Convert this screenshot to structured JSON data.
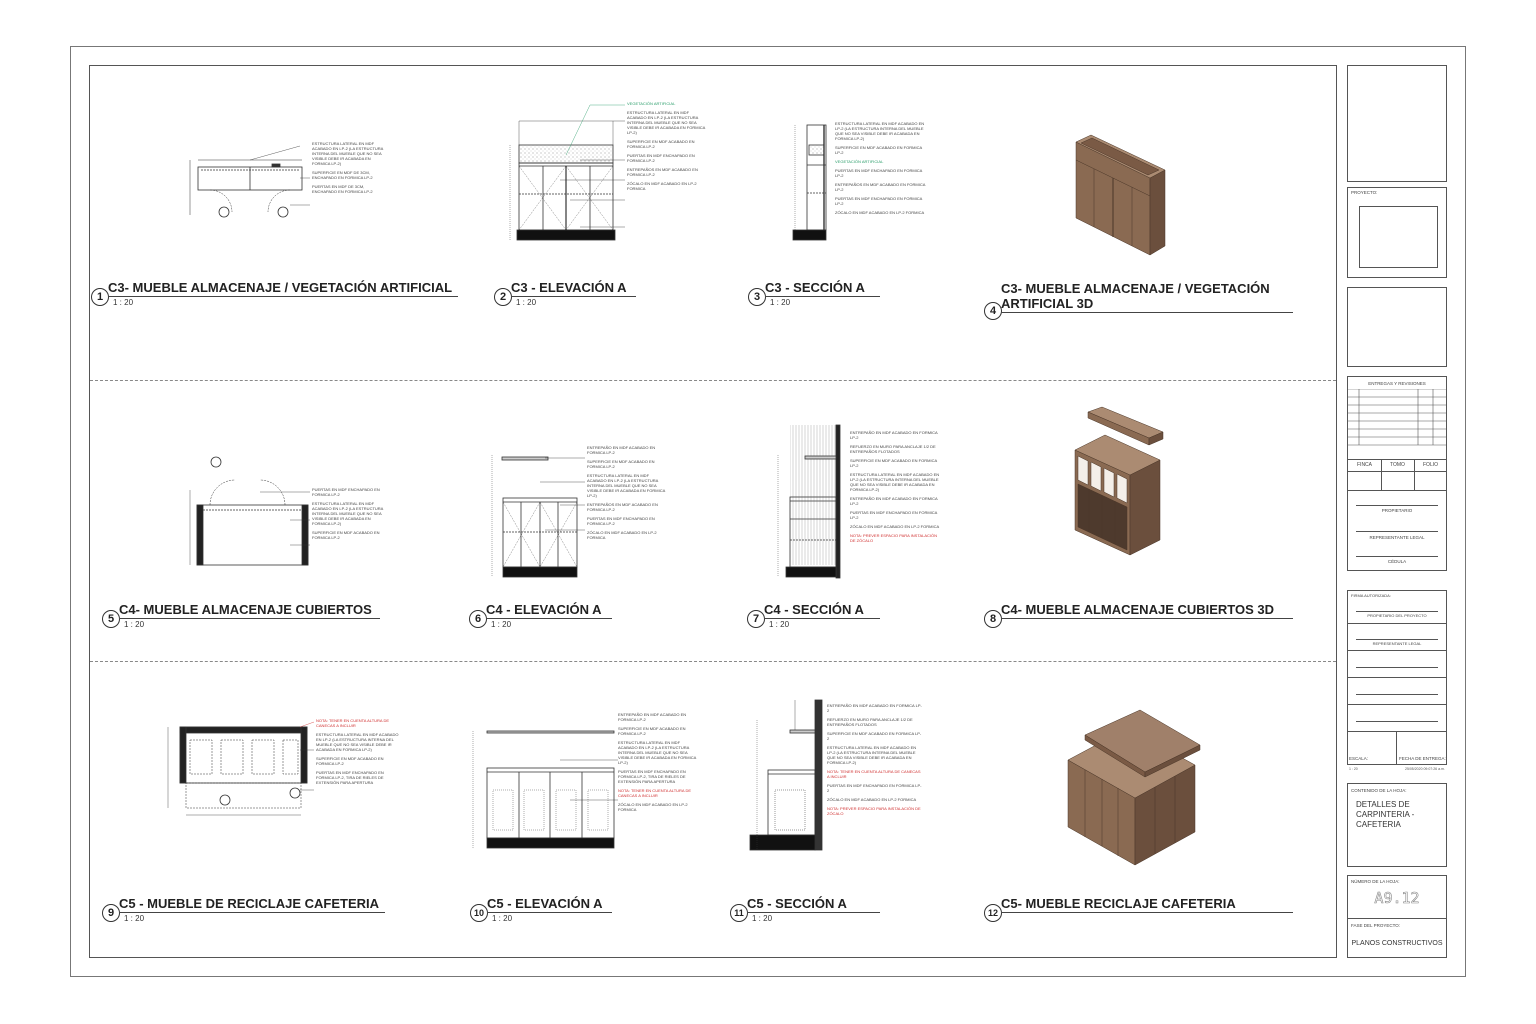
{
  "colors": {
    "note_red": "#d03030",
    "note_green": "#2a9d6a",
    "wood_front": "#8a6a52",
    "wood_side": "#6b4f3d",
    "wood_top": "#ab8b72"
  },
  "views": [
    {
      "num": "1",
      "title": "C3- MUEBLE ALMACENAJE / VEGETACIÓN ARTIFICIAL",
      "scale": "1 : 20",
      "notes": [
        "ESTRUCTURA LATERAL EN MDF ACABADO EN LP-2 (LA ESTRUCTURA INTERNA DEL MUEBLE QUE NO SEA VISIBLE DEBE IR ACABADA EN FORMICA LP-2)",
        "SUPERFICIE EN MDF DE 3CM, ENCHAPADO EN FORMICA LP-2",
        "PUERTAS EN MDF DE 3CM, ENCHAPADO EN FORMICA LP-2"
      ]
    },
    {
      "num": "2",
      "title": "C3 - ELEVACIÓN A",
      "scale": "1 : 20",
      "notes": [
        "VEGETACIÓN ARTIFICIAL",
        "ESTRUCTURA LATERAL EN MDF ACABADO EN LP-2 (LA ESTRUCTURA INTERNA DEL MUEBLE QUE NO SEA VISIBLE DEBE IR ACABADA EN FORMICA LP-2)",
        "SUPERFICIE EN MDF ACABADO EN FORMICA LP-2",
        "PUERTAS EN MDF ENCHAPADO EN FORMICA LP-2",
        "ENTREPAÑOS EN MDF ACABADO EN FORMICA LP-2",
        "ZÓCALO EN MDF ACABADO EN LP-2 FORMICA"
      ]
    },
    {
      "num": "3",
      "title": "C3 - SECCIÓN A",
      "scale": "1 : 20",
      "notes": [
        "ESTRUCTURA LATERAL EN MDF ACABADO EN LP-2 (LA ESTRUCTURA INTERNA DEL MUEBLE QUE NO SEA VISIBLE DEBE IR ACABADA EN FORMICA LP-2)",
        "SUPERFICIE EN MDF ACABADO EN FORMICA LP-2",
        "VEGETACIÓN ARTIFICIAL",
        "PUERTAS EN MDF ENCHAPADO EN FORMICA LP-2",
        "ENTREPAÑOS EN MDF ACABADO EN FORMICA LP-2",
        "PUERTAS EN MDF ENCHAPADO EN FORMICA LP-2",
        "ZÓCALO EN MDF ACABADO EN LP-2 FORMICA"
      ]
    },
    {
      "num": "4",
      "title": "C3- MUEBLE ALMACENAJE / VEGETACIÓN ARTIFICIAL 3D"
    },
    {
      "num": "5",
      "title": "C4- MUEBLE ALMACENAJE CUBIERTOS",
      "scale": "1 : 20",
      "notes": [
        "PUERTAS EN MDF ENCHAPADO EN FORMICA LP-2",
        "ESTRUCTURA LATERAL EN MDF ACABADO EN LP-2 (LA ESTRUCTURA INTERNA DEL MUEBLE QUE NO SEA VISIBLE DEBE IR ACABADA EN FORMICA LP-2)",
        "SUPERFICIE EN MDF ACABADO EN FORMICA LP-2"
      ]
    },
    {
      "num": "6",
      "title": "C4 - ELEVACIÓN A",
      "scale": "1 : 20",
      "notes": [
        "ENTREPAÑO EN MDF ACABADO EN FORMICA LP-2",
        "SUPERFICIE EN MDF ACABADO EN FORMICA LP-2",
        "ESTRUCTURA LATERAL EN MDF ACABADO EN LP-2 (LA ESTRUCTURA INTERNA DEL MUEBLE QUE NO SEA VISIBLE DEBE IR ACABADA EN FORMICA LP-2)",
        "ENTREPAÑOS EN MDF ACABADO EN FORMICA LP-2",
        "PUERTAS EN MDF ENCHAPADO EN FORMICA LP-2",
        "ZÓCALO EN MDF ACABADO EN LP-2 FORMICA"
      ]
    },
    {
      "num": "7",
      "title": "C4 - SECCIÓN A",
      "scale": "1 : 20",
      "notes": [
        "ENTREPAÑO EN MDF ACABADO EN FORMICA LP-2",
        "REFUERZO EN MURO PARA ANCLAJE 1/2 DE ENTREPAÑOS FLOTADOS",
        "SUPERFICIE EN MDF ACABADO EN FORMICA LP-2",
        "ESTRUCTURA LATERAL EN MDF ACABADO EN LP-2 (LA ESTRUCTURA INTERNA DEL MUEBLE QUE NO SEA VISIBLE DEBE IR ACABADA EN FORMICA LP-2)",
        "ENTREPAÑO EN MDF ACABADO EN FORMICA LP-2",
        "PUERTAS EN MDF ENCHAPADO EN FORMICA LP-2",
        "ZÓCALO EN MDF ACABADO EN LP-2 FORMICA",
        "NOTA: PREVER ESPACIO PARA INSTALACIÓN DE ZÓCALO"
      ]
    },
    {
      "num": "8",
      "title": "C4- MUEBLE ALMACENAJE CUBIERTOS 3D"
    },
    {
      "num": "9",
      "title": "C5 - MUEBLE DE RECICLAJE CAFETERIA",
      "scale": "1 : 20",
      "notes": [
        "NOTA: TENER EN CUENTA ALTURA DE CANECAS A INCLUIR",
        "ESTRUCTURA LATERAL EN MDF ACABADO EN LP-2 (LA ESTRUCTURA INTERNA DEL MUEBLE QUE NO SEA VISIBLE DEBE IR ACABADA EN FORMICA LP-2)",
        "SUPERFICIE EN MDF ACABADO EN FORMICA LP-2",
        "PUERTAS EN MDF ENCHAPADO EN FORMICA LP-2, TIRA DE RIELES DE EXTENSIÓN PARA APERTURA"
      ]
    },
    {
      "num": "10",
      "title": "C5 - ELEVACIÓN A",
      "scale": "1 : 20",
      "notes": [
        "ENTREPAÑO EN MDF ACABADO EN FORMICA LP-2",
        "SUPERFICIE EN MDF ACABADO EN FORMICA LP-2",
        "ESTRUCTURA LATERAL EN MDF ACABADO EN LP-2 (LA ESTRUCTURA INTERNA DEL MUEBLE QUE NO SEA VISIBLE DEBE IR ACABADA EN FORMICA LP-2)",
        "PUERTAS EN MDF ENCHAPADO EN FORMICA LP-2, TIRA DE RIELES DE EXTENSIÓN PARA APERTURA",
        "NOTA: TENER EN CUENTA ALTURA DE CANECAS A INCLUIR",
        "ZÓCALO EN MDF ACABADO EN LP-2 FORMICA"
      ]
    },
    {
      "num": "11",
      "title": "C5 - SECCIÓN A",
      "scale": "1 : 20",
      "notes": [
        "ENTREPAÑO EN MDF ACABADO EN FORMICA LP-2",
        "REFUERZO EN MURO PARA ANCLAJE 1/2 DE ENTREPAÑOS FLOTADOS",
        "SUPERFICIE EN MDF ACABADO EN FORMICA LP-2",
        "ESTRUCTURA LATERAL EN MDF ACABADO EN LP-2 (LA ESTRUCTURA INTERNA DEL MUEBLE QUE NO SEA VISIBLE DEBE IR ACABADA EN FORMICA LP-2)",
        "NOTA: TENER EN CUENTA ALTURA DE CANECAS A INCLUIR",
        "PUERTAS EN MDF ENCHAPADO EN FORMICA LP-2",
        "ZÓCALO EN MDF ACABADO EN LP-2 FORMICA",
        "NOTA: PREVER ESPACIO PARA INSTALACIÓN DE ZÓCALO"
      ]
    },
    {
      "num": "12",
      "title": "C5- MUEBLE RECICLAJE CAFETERIA"
    }
  ],
  "title_block": {
    "proyecto_label": "PROYECTO:",
    "entregas_title": "ENTREGAS Y REVISIONES",
    "finca": "FINCA",
    "tomo": "TOMO",
    "folio": "FOLIO",
    "propietario": "PROPIETARIO",
    "representante": "REPRESENTANTE LEGAL",
    "cedula": "CÉDULA",
    "firma_label": "FIRMA AUTORIZADA:",
    "propietario_proyecto": "PROPIETARIO DEL PROYECTO",
    "representante2": "REPRESENTANTE LEGAL",
    "escala_label": "ESCALA:",
    "escala": "1 : 20",
    "fecha_label": "FECHA DE ENTREGA:",
    "fecha": "25/05/2020 09:07:26 a.m.",
    "contenido_label": "CONTENIDO DE LA HOJA:",
    "contenido": "DETALLES DE CARPINTERIA - CAFETERIA",
    "numero_label": "NÚMERO DE LA HOJA:",
    "numero": "A9.12",
    "fase_label": "FASE DEL PROYECTO:",
    "fase": "PLANOS CONSTRUCTIVOS"
  }
}
